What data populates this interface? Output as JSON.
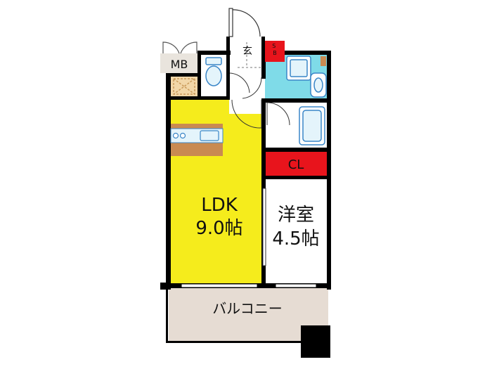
{
  "rooms": {
    "ldk": {
      "name": "LDK",
      "size": "9.0帖"
    },
    "western": {
      "name": "洋室",
      "size": "4.5帖"
    },
    "closet": {
      "name": "CL"
    },
    "entrance": {
      "name": "玄"
    },
    "meter_box": {
      "name": "MB"
    },
    "balcony": {
      "name": "バルコニー"
    },
    "shoe_box": {
      "name": "S\nB"
    }
  },
  "colors": {
    "ldk": "#f5ec1c",
    "western": "#ffffff",
    "closet": "#e8141c",
    "washroom": "#7fdbe8",
    "balcony": "#e6dcd3",
    "kitchen_counter": "#c98a52",
    "wall": "#000000",
    "fixture_fill": "#e4f4fb",
    "fixture_stroke": "#3a86c8"
  },
  "icons": [
    "toilet-icon",
    "bathtub-icon",
    "washbasin-icon",
    "washing-machine-pan-icon",
    "kitchen-stove-icon",
    "kitchen-sink-icon",
    "door-swing-icon"
  ]
}
